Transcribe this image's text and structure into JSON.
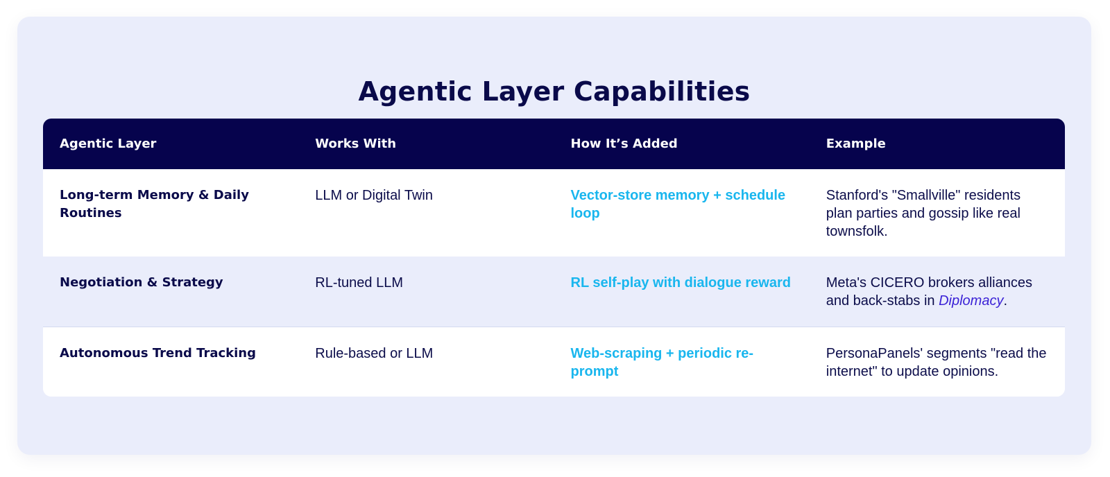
{
  "title": "Agentic Layer Capabilities",
  "table": {
    "headers": [
      "Agentic Layer",
      "Works With",
      "How It’s Added",
      "Example"
    ],
    "rows": [
      {
        "layer": "Long-term Memory & Daily Routines",
        "works_with": "LLM or Digital Twin",
        "how_added": "Vector-store memory + schedule loop",
        "example": "Stanford's \"Smallville\" residents plan parties and gossip like real townsfolk."
      },
      {
        "layer": "Negotiation & Strategy",
        "works_with": "RL-tuned LLM",
        "how_added": "RL self-play with dialogue reward",
        "example_before": "Meta's CICERO brokers alliances and back-stabs in ",
        "example_em": "Diplomacy",
        "example_after": "."
      },
      {
        "layer": "Autonomous Trend Tracking",
        "works_with": "Rule-based or LLM",
        "how_added": "Web-scraping + periodic re-prompt",
        "example": "PersonaPanels' segments \"read the internet\" to update opinions."
      }
    ]
  },
  "colors": {
    "header_bg": "#06034d",
    "accent_cyan": "#19b6ee",
    "emphasis_purple": "#3b22d6",
    "panel_bg": "#eaedfb",
    "text_navy": "#0b0c4a"
  }
}
